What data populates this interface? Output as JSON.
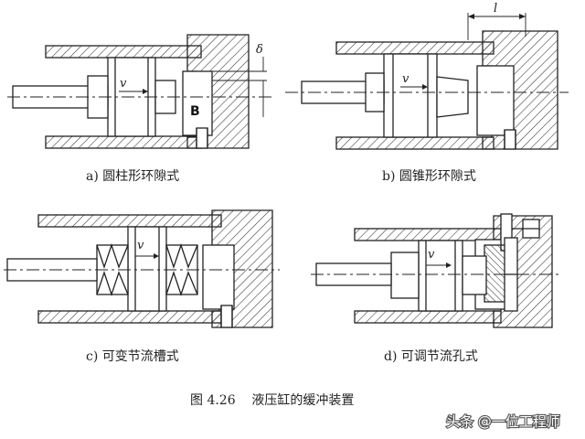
{
  "panels": {
    "a": {
      "caption": "a) 圆柱形环隙式",
      "velocity": "v",
      "gap_symbol": "δ",
      "chamber_label": "B"
    },
    "b": {
      "caption": "b) 圆锥形环隙式",
      "velocity": "v",
      "length_symbol": "l"
    },
    "c": {
      "caption": "c) 可变节流槽式",
      "velocity": "v"
    },
    "d": {
      "caption": "d) 可调节流孔式",
      "velocity": "v"
    }
  },
  "figure_caption": "图 4.26    液压缸的缓冲装置",
  "watermark": "头条 @一位工程师"
}
